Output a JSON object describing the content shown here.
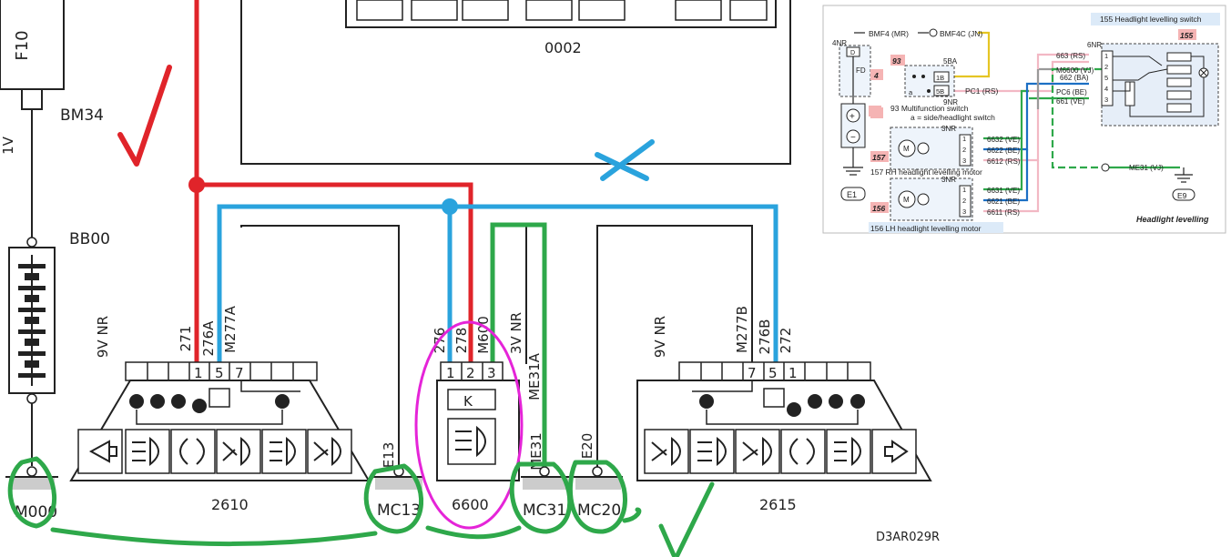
{
  "main": {
    "fuse_label": "F10",
    "bm34": "BM34",
    "one_v": "1V",
    "bb00": "BB00",
    "m000": "M000",
    "c0002": "0002",
    "left_unit": {
      "name": "2610",
      "conn": "9V NR",
      "pins": [
        "1",
        "5",
        "7"
      ],
      "wires": [
        "271",
        "276A",
        "M277A"
      ]
    },
    "mid_unit": {
      "name": "6600",
      "conn": "3V NR",
      "pins": [
        "1",
        "2",
        "3"
      ],
      "wires": [
        "276",
        "278",
        "M600"
      ],
      "me31a": "ME31A"
    },
    "right_unit": {
      "name": "2615",
      "conn": "9V NR",
      "pins": [
        "7",
        "5",
        "1"
      ],
      "wires": [
        "M277B",
        "276B",
        "272"
      ]
    },
    "earths": {
      "e13": "E13",
      "me31": "ME31",
      "e20": "E20",
      "mc13": "MC13",
      "mc31": "MC31",
      "mc20": "MC20"
    },
    "ref": "D3AR029R"
  },
  "inset": {
    "bmf4": "BMF4 (MR)",
    "bmf4c": "BMF4C (JN)",
    "title155": "155  Headlight levelling switch",
    "n155": "155",
    "nr4": "4NR",
    "fd": "FD",
    "n4": "4",
    "n93": "93",
    "ba5": "5BA",
    "p1b": "1B",
    "p5b": "5B",
    "a": "a",
    "nr9": "9NR",
    "pc1": "PC1 (RS)",
    "n1": "1",
    "legend93": "93    Multifunction switch",
    "legend93b": "a = side/headlight switch",
    "nr6": "6NR",
    "w663": "663 (RS)",
    "wm6600": "M6600 (VJ)",
    "w662": "662 (BA)",
    "wpc6": "PC6 (BE)",
    "w661": "661 (VE)",
    "sw_pins": [
      "1",
      "2",
      "5",
      "4",
      "3"
    ],
    "nr3a": "3NR",
    "w6632": "6632 (VE)",
    "w6622": "6622 (BE)",
    "w6612": "6612 (RS)",
    "n157": "157",
    "legend157": "157  RH headlight levelling motor",
    "nr3b": "3NR",
    "w6631": "6631 (VE)",
    "w6621": "6621 (BE)",
    "w6611": "6611 (RS)",
    "n156": "156",
    "legend156": "156  LH headlight levelling motor",
    "e1": "E1",
    "me31": "ME31 (VJ)",
    "e9": "E9",
    "footer": "Headlight levelling",
    "m": "M",
    "motor_pins": [
      "1",
      "2",
      "3"
    ]
  }
}
